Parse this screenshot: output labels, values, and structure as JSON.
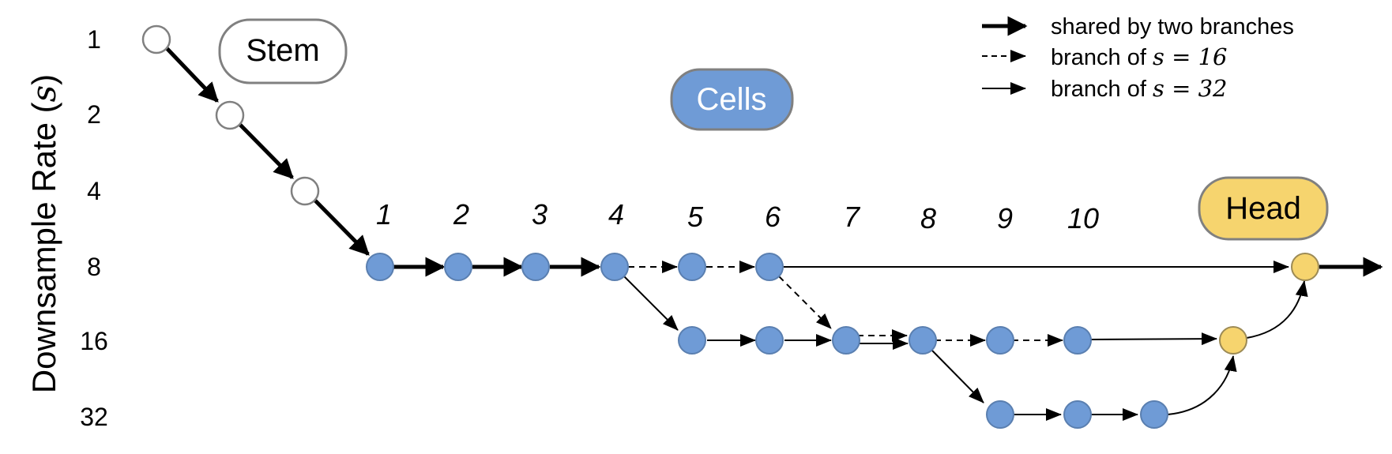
{
  "y_axis": {
    "title_prefix": "Downsample Rate (",
    "title_symbol": "s",
    "title_suffix": ")",
    "levels": [
      "1",
      "2",
      "4",
      "8",
      "16",
      "32"
    ]
  },
  "labels": {
    "stem": "Stem",
    "cells": "Cells",
    "head": "Head"
  },
  "cell_indices": [
    "1",
    "2",
    "3",
    "4",
    "5",
    "6",
    "7",
    "8",
    "9",
    "10"
  ],
  "legend": {
    "shared": "shared by two branches",
    "branch16_prefix": "branch of ",
    "branch16_math": "s = 16",
    "branch32_prefix": "branch of ",
    "branch32_math": "s = 32"
  },
  "colors": {
    "cell": "#6f9bd6",
    "cell_stroke": "#5a7fb0",
    "head": "#f6d46e",
    "head_stroke": "#9c8a55",
    "stem_node": "#ffffff",
    "node_stroke": "#808080",
    "label_stroke": "#808080"
  }
}
